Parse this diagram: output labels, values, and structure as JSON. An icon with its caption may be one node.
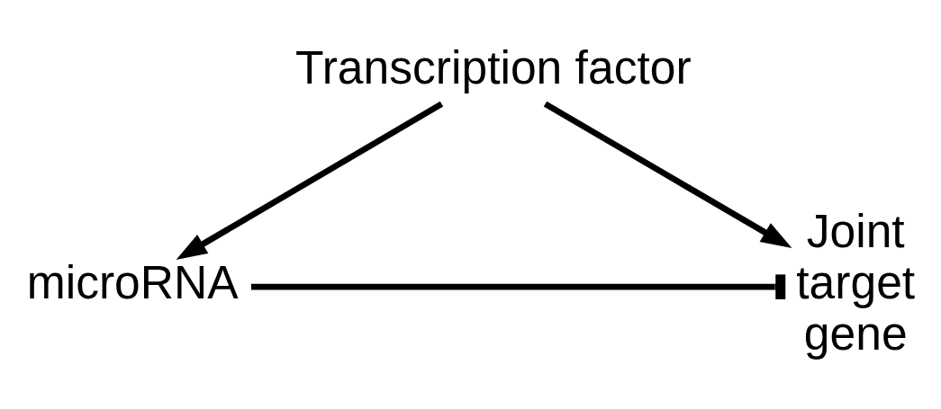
{
  "diagram": {
    "nodes": [
      {
        "text": [
          "Transcription factor"
        ]
      },
      {
        "text": [
          "microRNA"
        ]
      },
      {
        "text": [
          "Joint target gene"
        ]
      }
    ],
    "edges": [
      {
        "from": 0,
        "to": 1,
        "arrow": "to"
      },
      {
        "from": 0,
        "to": 2,
        "arrow": "to"
      },
      {
        "from": 1,
        "to": 2,
        "arrow": "other"
      }
    ]
  }
}
